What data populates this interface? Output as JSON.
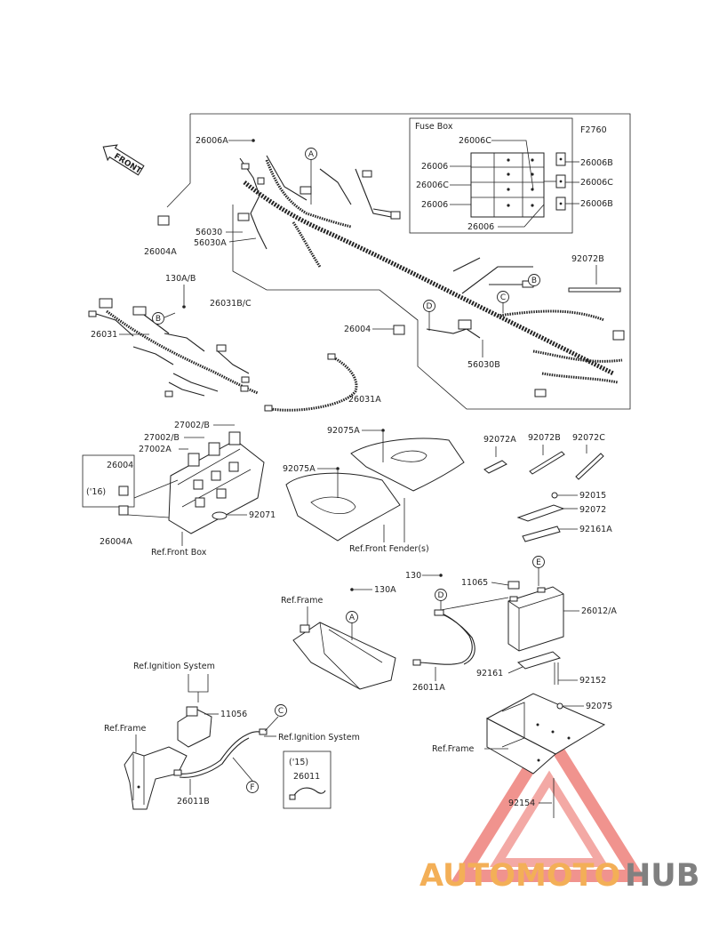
{
  "diagram": {
    "figure_code": "F2760",
    "fuse_box_title": "Fuse Box",
    "front_arrow_label": "FRONT",
    "part_labels": {
      "p26006A": "26006A",
      "p26006C_top": "26006C",
      "p26006_a": "26006",
      "p26006C_mid": "26006C",
      "p26006_b": "26006",
      "p26006_c": "26006",
      "p26006B_1": "26006B",
      "p26006C_r": "26006C",
      "p26006B_2": "26006B",
      "p26004A_top": "26004A",
      "p56030": "56030",
      "p56030A": "56030A",
      "p130AB": "130A/B",
      "p26031BC": "26031B/C",
      "p26031": "26031",
      "p92072B_top": "92072B",
      "p26004_mid": "26004",
      "p56030B": "56030B",
      "p26031A": "26031A",
      "p27002B_1": "27002/B",
      "p27002B_2": "27002/B",
      "p27002A": "27002A",
      "p26004_box": "26004",
      "p16": "('16)",
      "p26004A_low": "26004A",
      "p92071": "92071",
      "p92075A_1": "92075A",
      "p92075A_2": "92075A",
      "p92072A": "92072A",
      "p92072B": "92072B",
      "p92072C": "92072C",
      "p92015": "92015",
      "p92072": "92072",
      "p92161A": "92161A",
      "p130": "130",
      "p11065": "11065",
      "p130A": "130A",
      "p26012A": "26012/A",
      "p92161": "92161",
      "p92152": "92152",
      "p26011A": "26011A",
      "p92075": "92075",
      "p11056": "11056",
      "p26011B": "26011B",
      "p15": "('15)",
      "p26011": "26011",
      "p92154": "92154"
    },
    "reference_labels": {
      "front_box": "Ref.Front Box",
      "front_fender": "Ref.Front Fender(s)",
      "frame_1": "Ref.Frame",
      "ignition_1": "Ref.Ignition System",
      "frame_2": "Ref.Frame",
      "ignition_2": "Ref.Ignition System",
      "frame_3": "Ref.Frame"
    },
    "callouts": {
      "A1": "A",
      "B1": "B",
      "B2": "B",
      "C1": "C",
      "D1": "D",
      "A2": "A",
      "D2": "D",
      "E1": "E",
      "C2": "C",
      "F1": "F"
    }
  },
  "watermark": {
    "brand_part1": "AUTOMOTO",
    "brand_part2": "HUB",
    "colors": {
      "triangle": "#e8564f",
      "text_orange": "#f2a23a",
      "text_gray": "#6b6b6b"
    }
  }
}
